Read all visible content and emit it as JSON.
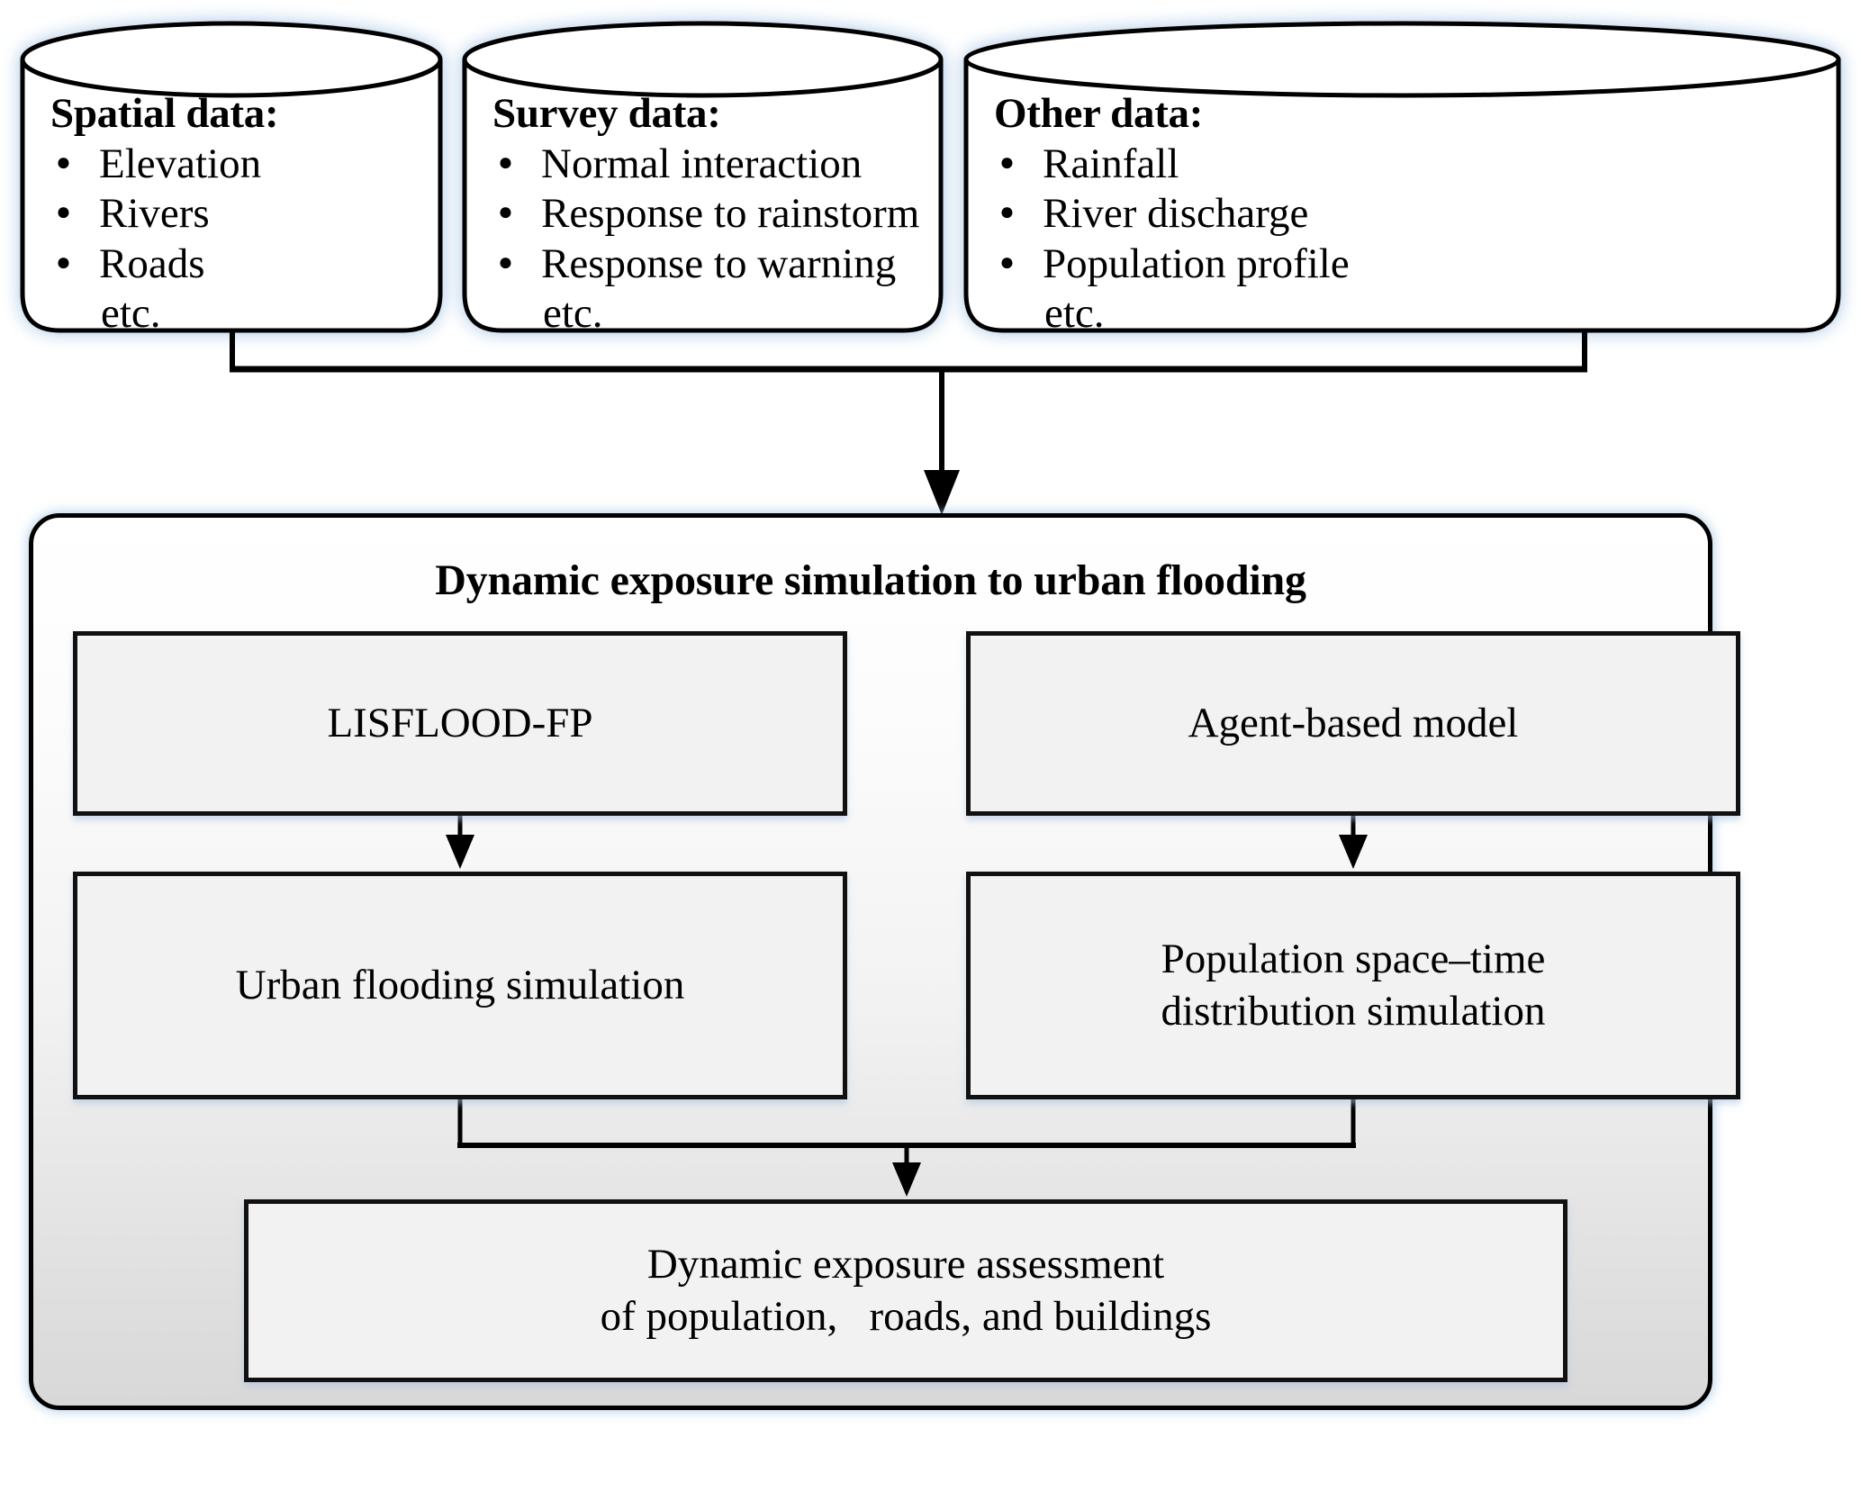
{
  "diagram": {
    "title_of_framework": "Dynamic exposure simulation to urban flooding",
    "colors": {
      "box_fill": "#f2f2f2",
      "panel_top": "#ffffff",
      "panel_bottom": "#d8d8d8",
      "stroke": "#000000",
      "glow": "#8cb4dc"
    }
  },
  "data_sources": [
    {
      "id": "spatial",
      "title": "Spatial data:",
      "items": [
        "Elevation",
        "Rivers",
        "Roads"
      ],
      "etc": "etc."
    },
    {
      "id": "survey",
      "title": "Survey data:",
      "items": [
        "Normal interaction",
        "Response to rainstorm",
        "Response to warning"
      ],
      "etc": "etc."
    },
    {
      "id": "other",
      "title": "Other data:",
      "items": [
        "Rainfall",
        "River discharge",
        "Population profile"
      ],
      "etc": "etc."
    }
  ],
  "framework": {
    "title": "Dynamic exposure simulation to urban flooding",
    "models": {
      "flood_model": "LISFLOOD-FP",
      "agent_model": "Agent-based model"
    },
    "simulations": {
      "flood_sim": "Urban flooding simulation",
      "population_sim_line1": "Population space–time",
      "population_sim_line2": "distribution simulation"
    },
    "output": {
      "line1": "Dynamic exposure assessment",
      "line2": "of population,  roads, and buildings"
    }
  }
}
